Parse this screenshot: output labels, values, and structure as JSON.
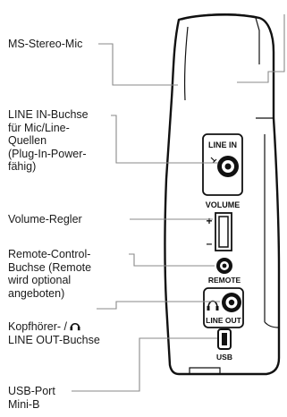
{
  "labels": {
    "mic": "MS-Stereo-Mic",
    "line_in": "LINE IN-Buchse\nfür Mic/Line-\nQuellen\n(Plug-In-Power-\nfähig)",
    "volume": "Volume-Regler",
    "remote": "Remote-Control-\nBuchse (Remote\nwird optional\nangeboten)",
    "headphone_line1_prefix": "Kopfhörer- / ",
    "headphone_line2": "LINE OUT-Buchse",
    "usb": "USB-Port\nMini-B"
  },
  "device_markings": {
    "line_in": "LINE IN",
    "volume": "VOLUME",
    "plus": "+",
    "minus": "–",
    "remote": "REMOTE",
    "line_out": "LINE OUT",
    "usb": "USB"
  },
  "icons": {
    "headphone": "headphone-icon"
  },
  "colors": {
    "device_outline": "#111111",
    "leader_line": "#8a8a8a",
    "text": "#1a1a1a"
  }
}
